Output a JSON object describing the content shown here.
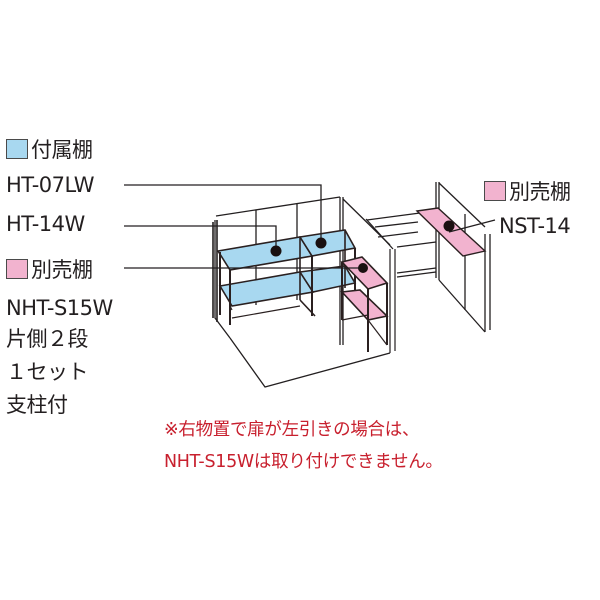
{
  "legend": {
    "included": {
      "swatch_color": "#a8d8f0",
      "title": "付属棚",
      "models": [
        "HT-07LW",
        "HT-14W"
      ]
    },
    "sold_separately_left": {
      "swatch_color": "#f2b3cf",
      "title": "別売棚",
      "model": "NHT-S15W",
      "details": [
        "片側２段",
        "１セット",
        "支柱付"
      ]
    },
    "sold_separately_right": {
      "swatch_color": "#f2b3cf",
      "title": "別売棚",
      "model": "NST-14"
    }
  },
  "note": {
    "color": "#c8202e",
    "lines": [
      "※右物置で扉が左引きの場合は、",
      "NHT-S15Wは取り付けできません。"
    ]
  },
  "colors": {
    "included_shelf": "#a8d8f0",
    "optional_shelf": "#f2b3cf",
    "frame": "#2a2020",
    "line": "#231f20"
  }
}
